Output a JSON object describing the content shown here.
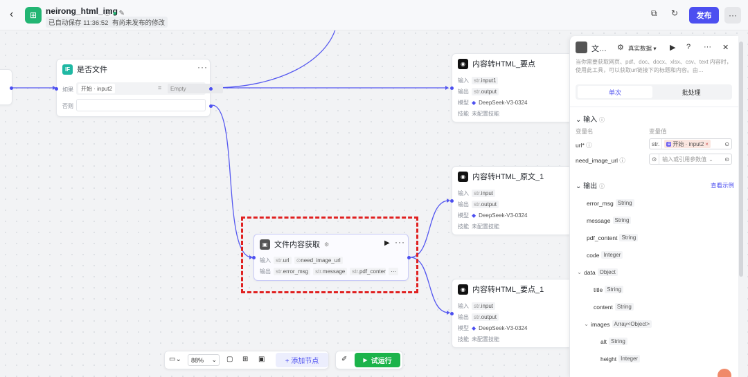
{
  "header": {
    "app_title": "neirong_html_img",
    "autosave": "已自动保存 11:36:52",
    "unpublished": "有尚未发布的修改",
    "publish_label": "发布",
    "more_label": "···"
  },
  "nodes": {
    "if_node": {
      "title": "是否文件",
      "if_label": "如果",
      "cond_left": "开始 · input2",
      "cond_op": "=",
      "cond_right": "Empty",
      "else_label": "否则"
    },
    "html_keypoints_top": {
      "title": "内容转HTML_要点",
      "in_label": "输入",
      "in_type": "str.",
      "in_value": "input1",
      "out_label": "输出",
      "out_type": "str.",
      "out_value": "output",
      "model_label": "模型",
      "model_value": "DeepSeek-V3-0324",
      "skill_label": "技能",
      "skill_value": "未配置技能"
    },
    "html_original": {
      "title": "内容转HTML_原文_1",
      "in_label": "输入",
      "in_type": "str.",
      "in_value": "input",
      "out_label": "输出",
      "out_type": "str.",
      "out_value": "output",
      "model_label": "模型",
      "model_value": "DeepSeek-V3-0324",
      "skill_label": "技能",
      "skill_value": "未配置技能"
    },
    "html_keypoints_bottom": {
      "title": "内容转HTML_要点_1",
      "in_label": "输入",
      "in_type": "str.",
      "in_value": "input",
      "out_label": "输出",
      "out_type": "str.",
      "out_value": "output",
      "model_label": "模型",
      "model_value": "DeepSeek-V3-0324",
      "skill_label": "技能",
      "skill_value": "未配置技能"
    },
    "file_fetch": {
      "title": "文件内容获取",
      "in_label": "输入",
      "in_type1": "str.",
      "in_value1": "url",
      "in_value2": "need_image_url",
      "out_label": "输出",
      "out_type1": "str.",
      "out_value1": "error_msg",
      "out_type2": "str.",
      "out_value2": "message",
      "out_type3": "str.",
      "out_value3": "pdf_content",
      "out_more": "···"
    }
  },
  "toolbar": {
    "zoom": "88%",
    "add_node": "+ 添加节点",
    "run": "试运行"
  },
  "panel": {
    "title": "文…",
    "mode": "真实数据 ▾",
    "description": "当你需要获取网页、pdf、doc、docx、xlsx、csv、text 内容时，使用此工具，可以获取url链接下的标题和内容。由…",
    "tab_single": "单次",
    "tab_batch": "批处理",
    "input_section": "输入",
    "var_name_header": "变量名",
    "var_value_header": "变量值",
    "url_label": "url*",
    "url_type": "str.",
    "url_ref": "开始 · input2",
    "need_image_label": "need_image_url",
    "need_image_placeholder": "输入或引用参数值",
    "output_section": "输出",
    "view_example": "查看示例",
    "outputs": [
      {
        "name": "error_msg",
        "type": "String"
      },
      {
        "name": "message",
        "type": "String"
      },
      {
        "name": "pdf_content",
        "type": "String"
      },
      {
        "name": "code",
        "type": "Integer"
      },
      {
        "name": "data",
        "type": "Object"
      },
      {
        "name": "title",
        "type": "String"
      },
      {
        "name": "content",
        "type": "String"
      },
      {
        "name": "images",
        "type": "Array<Object>"
      },
      {
        "name": "alt",
        "type": "String"
      },
      {
        "name": "height",
        "type": "Integer"
      }
    ]
  },
  "colors": {
    "accent": "#4c4ff0",
    "run_green": "#1bb34a",
    "selection_red": "#e02020",
    "edge": "#4c4ff0"
  }
}
